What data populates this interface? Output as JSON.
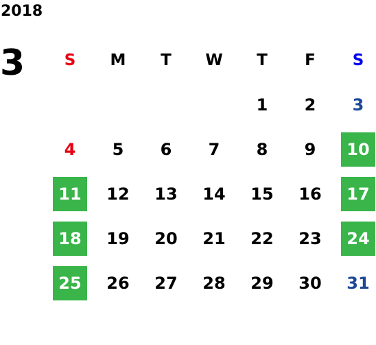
{
  "calendar": {
    "year": "2018",
    "month": "3",
    "weekdays": [
      {
        "label": "S",
        "color": "red"
      },
      {
        "label": "M",
        "color": "black"
      },
      {
        "label": "T",
        "color": "black"
      },
      {
        "label": "W",
        "color": "black"
      },
      {
        "label": "T",
        "color": "black"
      },
      {
        "label": "F",
        "color": "black"
      },
      {
        "label": "S",
        "color": "blue"
      }
    ],
    "weeks": [
      [
        {
          "day": "",
          "style": "normal"
        },
        {
          "day": "",
          "style": "normal"
        },
        {
          "day": "",
          "style": "normal"
        },
        {
          "day": "",
          "style": "normal"
        },
        {
          "day": "1",
          "style": "normal"
        },
        {
          "day": "2",
          "style": "normal"
        },
        {
          "day": "3",
          "style": "blue"
        }
      ],
      [
        {
          "day": "4",
          "style": "red"
        },
        {
          "day": "5",
          "style": "normal"
        },
        {
          "day": "6",
          "style": "normal"
        },
        {
          "day": "7",
          "style": "normal"
        },
        {
          "day": "8",
          "style": "normal"
        },
        {
          "day": "9",
          "style": "normal"
        },
        {
          "day": "10",
          "style": "holiday"
        }
      ],
      [
        {
          "day": "11",
          "style": "holiday"
        },
        {
          "day": "12",
          "style": "normal"
        },
        {
          "day": "13",
          "style": "normal"
        },
        {
          "day": "14",
          "style": "normal"
        },
        {
          "day": "15",
          "style": "normal"
        },
        {
          "day": "16",
          "style": "normal"
        },
        {
          "day": "17",
          "style": "holiday"
        }
      ],
      [
        {
          "day": "18",
          "style": "holiday"
        },
        {
          "day": "19",
          "style": "normal"
        },
        {
          "day": "20",
          "style": "normal"
        },
        {
          "day": "21",
          "style": "normal"
        },
        {
          "day": "22",
          "style": "normal"
        },
        {
          "day": "23",
          "style": "normal"
        },
        {
          "day": "24",
          "style": "holiday"
        }
      ],
      [
        {
          "day": "25",
          "style": "holiday"
        },
        {
          "day": "26",
          "style": "normal"
        },
        {
          "day": "27",
          "style": "normal"
        },
        {
          "day": "28",
          "style": "normal"
        },
        {
          "day": "29",
          "style": "normal"
        },
        {
          "day": "30",
          "style": "normal"
        },
        {
          "day": "31",
          "style": "blue"
        }
      ]
    ],
    "colors": {
      "holiday_bg": "#39b54a",
      "sunday_red": "#e60012",
      "saturday_blue": "#1d4896",
      "header_blue": "#0000ee"
    }
  }
}
